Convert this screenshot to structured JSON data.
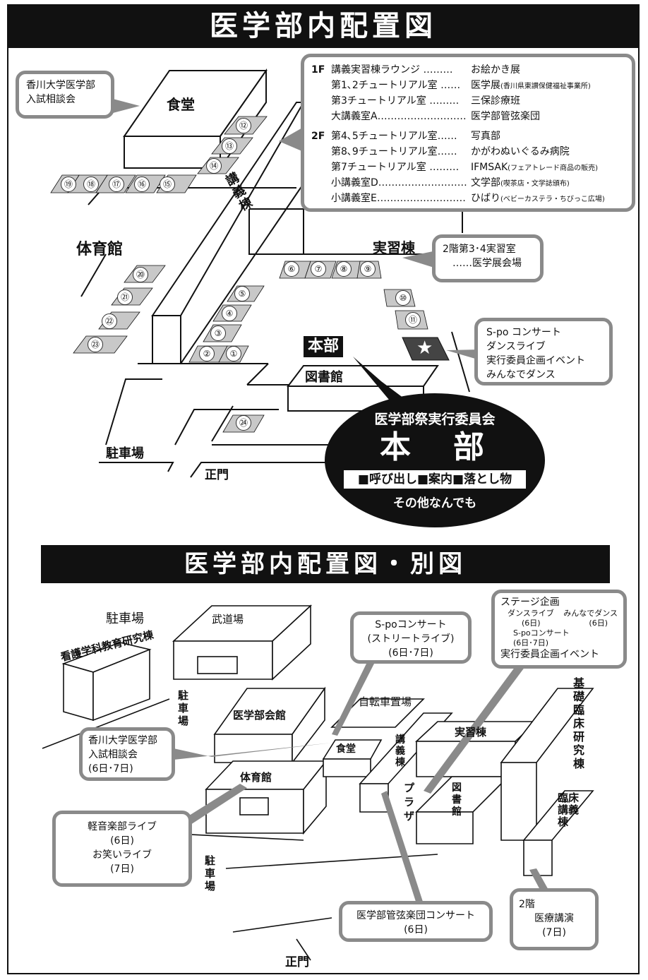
{
  "top_map": {
    "title": "医学部内配置図",
    "labels": {
      "cafeteria": "食堂",
      "gym": "体育館",
      "lecture": "講義棟",
      "practice": "実習棟",
      "hq": "本部",
      "library": "図書館",
      "parking": "駐車場",
      "main_gate": "正門"
    },
    "numbers": [
      "①",
      "②",
      "③",
      "④",
      "⑤",
      "⑥",
      "⑦",
      "⑧",
      "⑨",
      "⑩",
      "⑪",
      "⑫",
      "⑬",
      "⑭",
      "⑮",
      "⑯",
      "⑰",
      "⑱",
      "⑲",
      "⑳",
      "㉑",
      "㉒",
      "㉓",
      "㉔"
    ],
    "star": "★",
    "callouts": {
      "admission": [
        "香川大学医学部",
        "入試相談会"
      ],
      "practice_room": [
        "2階第3･4実習室",
        "……医学展会場"
      ],
      "spo": [
        "S-po コンサート",
        "ダンスライブ",
        "実行委員企画イベント",
        "みんなでダンス"
      ]
    },
    "floor_guide": [
      {
        "floor": "1F",
        "room": "講義実習棟ラウンジ ………",
        "event": "お絵かき展",
        "note": ""
      },
      {
        "floor": "",
        "room": "第1､2チュートリアル室 ……",
        "event": "医学展",
        "note": "(香川県東讃保健福祉事業所)"
      },
      {
        "floor": "",
        "room": "第3チュートリアル室 ………",
        "event": "三保診療班",
        "note": ""
      },
      {
        "floor": "",
        "room": "大講義室A………………………",
        "event": "医学部管弦楽団",
        "note": ""
      },
      {
        "floor": "2F",
        "room": "第4､5チュートリアル室……",
        "event": "写真部",
        "note": ""
      },
      {
        "floor": "",
        "room": "第8､9チュートリアル室……",
        "event": "かがわぬいぐるみ病院",
        "note": ""
      },
      {
        "floor": "",
        "room": "第7チュートリアル室 ………",
        "event": "IFMSAK",
        "note": "(フェアトレード商品の販売)"
      },
      {
        "floor": "",
        "room": "小講義室D………………………",
        "event": "文学部",
        "note": "(喫茶店・文学誌頒布)"
      },
      {
        "floor": "",
        "room": "小講義室E………………………",
        "event": "ひばり",
        "note": "(ベビーカステラ・ちびっこ広場)"
      }
    ],
    "hq_box": {
      "committee": "医学部祭実行委員会",
      "hq": "本　部",
      "services": "■呼び出し■案内■落とし物",
      "other": "その他なんでも"
    }
  },
  "bottom_map": {
    "title": "医学部内配置図・別図",
    "labels": {
      "parking_top": "駐車場",
      "budo": "武道場",
      "nursing": "看護学科教育研究棟",
      "parking_mid": "駐車場",
      "bicycle": "自転車置場",
      "hall": "医学部会館",
      "cafeteria": "食堂",
      "lecture": "講義棟",
      "practice": "実習棟",
      "basic": "基礎臨床研究棟",
      "gym": "体育館",
      "plaza": "プラザ",
      "library": "図書館",
      "clinical": "臨床講義棟",
      "parking_bottom": "駐車場",
      "main_gate": "正門"
    },
    "callouts": {
      "spo": [
        "S-poコンサート",
        "(ストリートライブ)",
        "(6日･7日)"
      ],
      "stage": {
        "title": "ステージ企画",
        "dance": "ダンスライブ",
        "dance_day": "(6日)",
        "minna": "みんなでダンス",
        "minna_day": "(6日)",
        "spo": "S-poコンサート",
        "spo_day": "(6日･7日)",
        "committee": "実行委員企画イベント"
      },
      "admission": [
        "香川大学医学部",
        "入試相談会",
        "(6日･7日)"
      ],
      "music": [
        "軽音楽部ライブ",
        "(6日)",
        "お笑いライブ",
        "(7日)"
      ],
      "orchestra": [
        "医学部管弦楽団コンサート",
        "(6日)"
      ],
      "lecture": [
        "2階",
        "医療講演",
        "(7日)"
      ]
    }
  }
}
